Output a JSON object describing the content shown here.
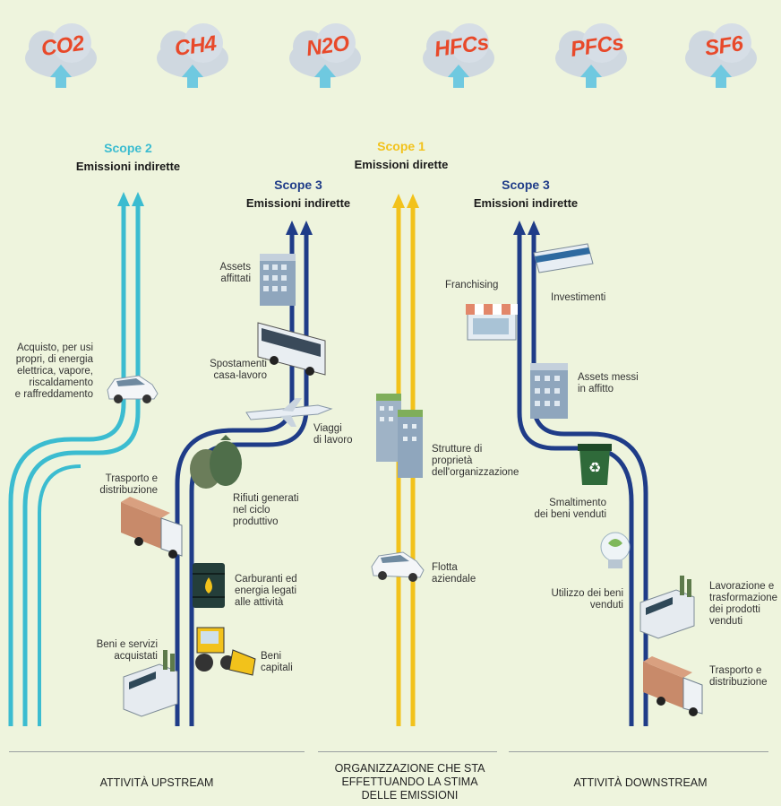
{
  "gases": [
    "CO2",
    "CH4",
    "N2O",
    "HFCs",
    "PFCs",
    "SF6"
  ],
  "scope2": {
    "title": "Scope 2",
    "subtitle": "Emissioni indirette"
  },
  "scope1": {
    "title": "Scope 1",
    "subtitle": "Emissioni dirette"
  },
  "scope3_up": {
    "title": "Scope 3",
    "subtitle": "Emissioni indirette"
  },
  "scope3_down": {
    "title": "Scope 3",
    "subtitle": "Emissioni indirette"
  },
  "colors": {
    "scope2": "#3bbcd0",
    "scope1": "#f2c21b",
    "scope3": "#1f3c88",
    "gas_text": "#e8492a",
    "background": "#eef4dd"
  },
  "labels": {
    "acquisto": [
      "Acquisto, per usi",
      "propri, di energia",
      "elettrica, vapore,",
      "riscaldamento",
      "e raffreddamento"
    ],
    "assets_affittati": [
      "Assets",
      "affittati"
    ],
    "spostamenti": [
      "Spostamenti",
      "casa-lavoro"
    ],
    "viaggi": [
      "Viaggi",
      "di lavoro"
    ],
    "trasporto_up": [
      "Trasporto e",
      "distribuzione"
    ],
    "rifiuti": [
      "Rifiuti generati",
      "nel ciclo",
      "produttivo"
    ],
    "carburanti": [
      "Carburanti ed",
      "energia legati",
      "alle attività"
    ],
    "beni_servizi": [
      "Beni e servizi",
      "acquistati"
    ],
    "beni_capitali": [
      "Beni",
      "capitali"
    ],
    "strutture": [
      "Strutture di",
      "proprietà",
      "dell'organizzazione"
    ],
    "flotta": [
      "Flotta",
      "aziendale"
    ],
    "franchising": "Franchising",
    "investimenti": "Investimenti",
    "assets_messi": [
      "Assets messi",
      "in affitto"
    ],
    "smaltimento": [
      "Smaltimento",
      "dei beni venduti"
    ],
    "utilizzo": [
      "Utilizzo dei beni",
      "venduti"
    ],
    "lavorazione": [
      "Lavorazione e",
      "trasformazione",
      "dei prodotti",
      "venduti"
    ],
    "trasporto_down": [
      "Trasporto e",
      "distribuzione"
    ]
  },
  "footer": {
    "upstream": "ATTIVITÀ UPSTREAM",
    "org": [
      "ORGANIZZAZIONE CHE STA",
      "EFFETTUANDO LA STIMA",
      "DELLE EMISSIONI"
    ],
    "downstream": "ATTIVITÀ DOWNSTREAM"
  }
}
